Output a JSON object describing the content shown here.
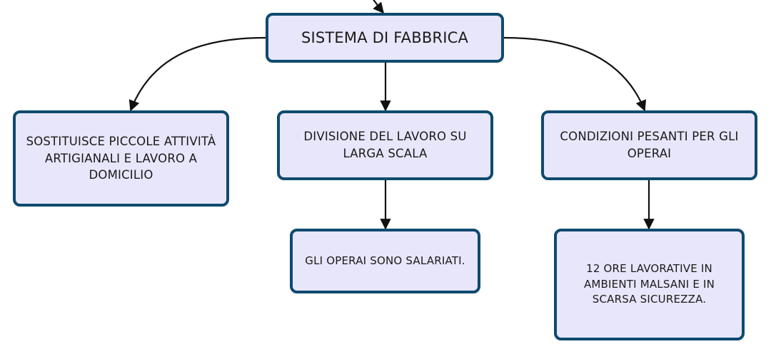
{
  "colors": {
    "node_fill": "#e8e6fa",
    "node_border": "#0f4a6e",
    "edge": "#111111",
    "text": "#1a1a1a"
  },
  "nodes": {
    "root": "SISTEMA DI FABBRICA",
    "a": "SOSTITUISCE PICCOLE ATTIVITÀ ARTIGIANALI E LAVORO A DOMICILIO",
    "b": "DIVISIONE DEL LAVORO SU LARGA SCALA",
    "c": "CONDIZIONI PESANTI PER GLI OPERAI",
    "b1": "GLI OPERAI SONO SALARIATI.",
    "c1": "12 ORE LAVORATIVE IN AMBIENTI MALSANI E IN SCARSA SICUREZZA."
  }
}
